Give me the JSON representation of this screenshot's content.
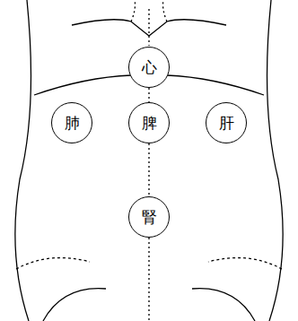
{
  "diagram": {
    "nodes": [
      {
        "text": [
          "心"
        ]
      },
      {
        "text": [
          "肺"
        ]
      },
      {
        "text": [
          "脾"
        ]
      },
      {
        "text": [
          "肝"
        ]
      },
      {
        "text": [
          "腎"
        ]
      }
    ],
    "edges": [
      {
        "from": 0,
        "to": 2,
        "arrow": "none"
      },
      {
        "from": 2,
        "to": 4,
        "arrow": "none"
      }
    ]
  }
}
